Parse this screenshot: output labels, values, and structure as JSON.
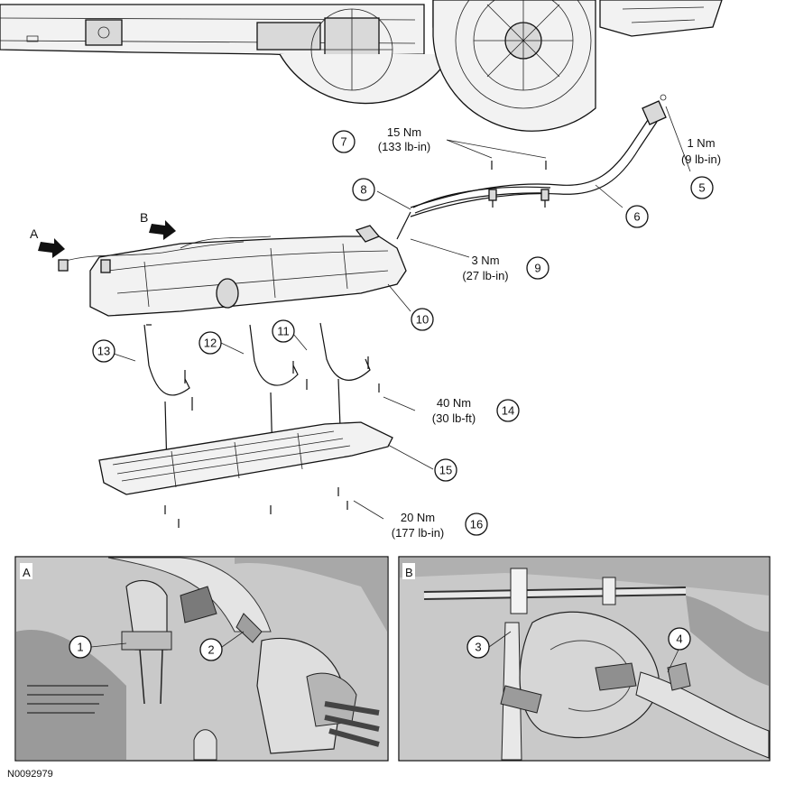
{
  "figure_id": "N0092979",
  "view_labels": {
    "a": "A",
    "b": "B"
  },
  "inset_labels": {
    "a": "A",
    "b": "B"
  },
  "callouts": {
    "c1": "1",
    "c2": "2",
    "c3": "3",
    "c4": "4",
    "c5": "5",
    "c6": "6",
    "c7": "7",
    "c8": "8",
    "c9": "9",
    "c10": "10",
    "c11": "11",
    "c12": "12",
    "c13": "13",
    "c14": "14",
    "c15": "15",
    "c16": "16"
  },
  "torques": {
    "t7": {
      "nm": "15 Nm",
      "imperial": "(133 lb-in)"
    },
    "t5": {
      "nm": "1 Nm",
      "imperial": "(9 lb-in)"
    },
    "t9": {
      "nm": "3 Nm",
      "imperial": "(27 lb-in)"
    },
    "t14": {
      "nm": "40 Nm",
      "imperial": "(30 lb-ft)"
    },
    "t16": {
      "nm": "20 Nm",
      "imperial": "(177 lb-in)"
    }
  }
}
